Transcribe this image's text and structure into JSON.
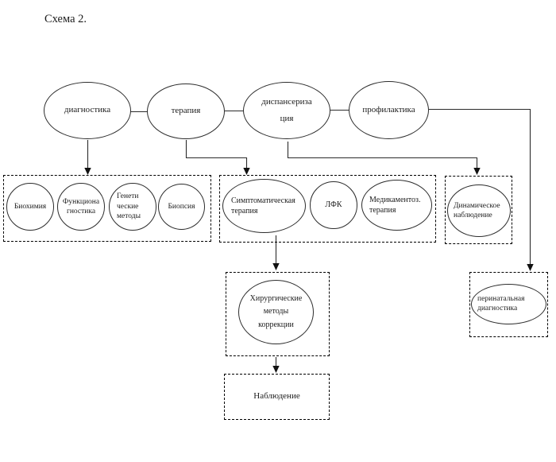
{
  "title": "Схема 2.",
  "colors": {
    "line": "#2c2c2c",
    "background": "#ffffff"
  },
  "top_row": {
    "diagnostics": "диагностика",
    "therapy": "терапия",
    "dispensary": "диспансериза\nция",
    "prevention": "профилактика"
  },
  "diagnostics_group": {
    "biochemistry": "Биохимия",
    "functional": "Функциона\nгностика",
    "genetic": "Генети\nческие\nметоды",
    "biopsy": "Биопсия"
  },
  "therapy_group": {
    "symptomatic": "Симптоматическая\nтерапия",
    "lfk": "ЛФК",
    "medication": "Медикаментоз.\nтерапия"
  },
  "dispensary_group": {
    "dynamic": "Динамическое\nнаблюдение"
  },
  "surgery": "Хирургические\nметоды\nкоррекции",
  "observation": "Наблюдение",
  "perinatal": "перинатальная\nдиагностика"
}
